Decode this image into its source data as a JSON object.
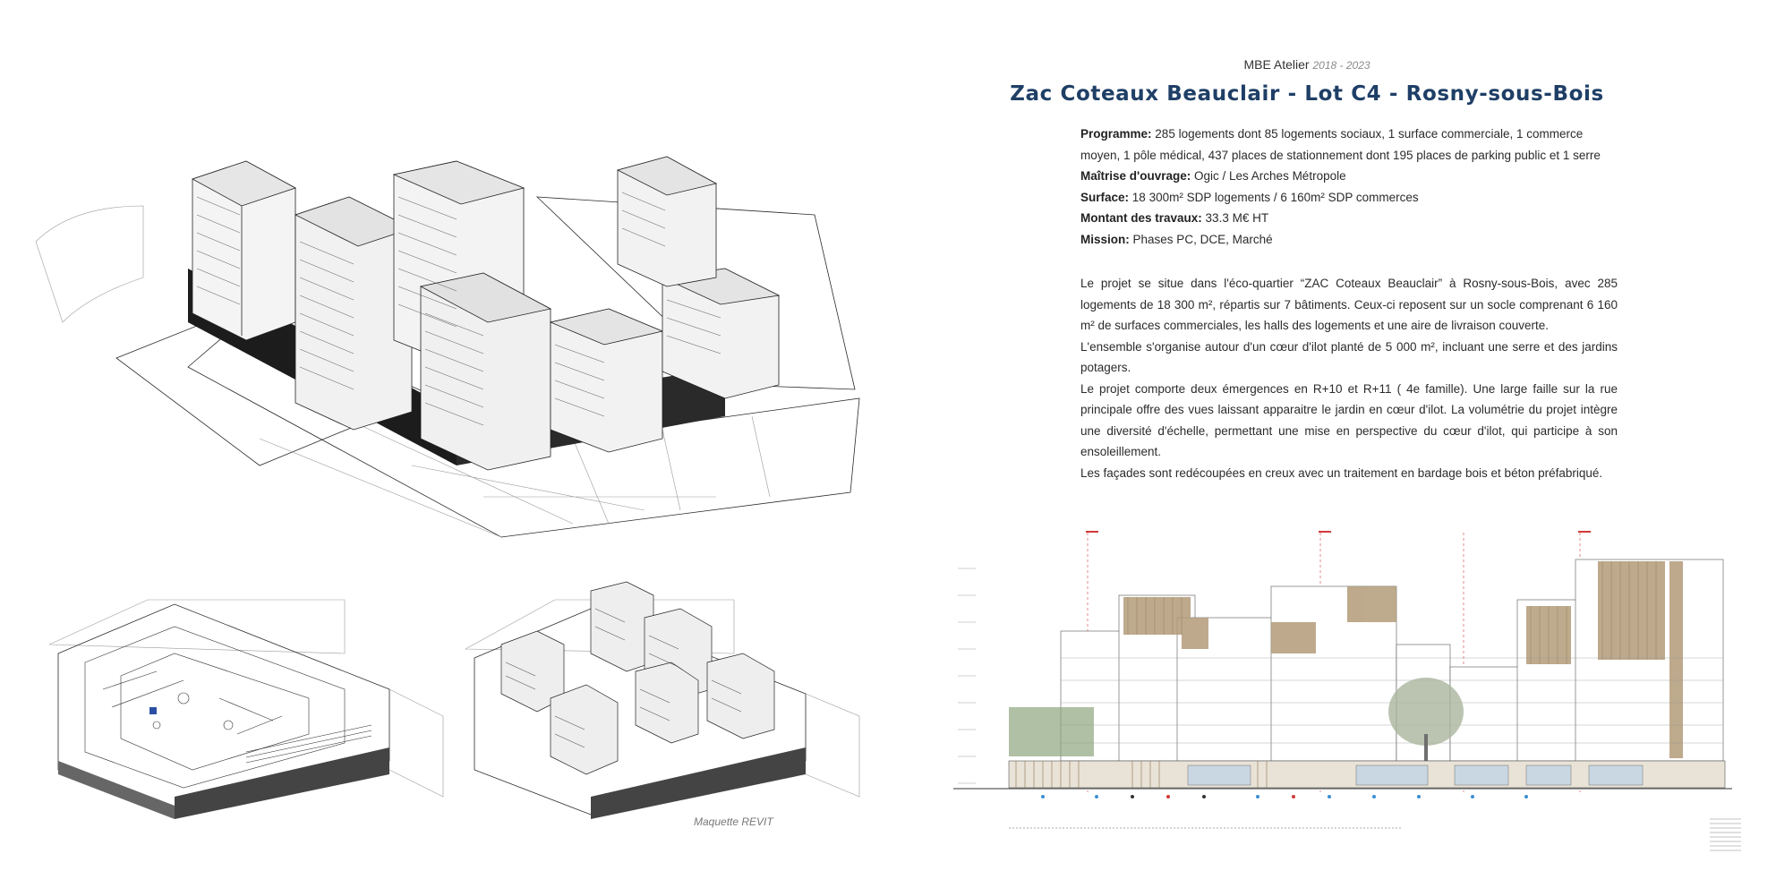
{
  "header": {
    "studio": "MBE Atelier",
    "years": "2018 - 2023",
    "title": "Zac Coteaux Beauclair - Lot C4 - Rosny-sous-Bois",
    "title_color": "#1f3f66"
  },
  "facts": [
    {
      "label": "Programme:",
      "value": "285 logements dont 85 logements sociaux, 1 surface commerciale, 1 commerce moyen, 1 pôle médical, 437 places de stationnement dont 195 places de parking public et 1 serre"
    },
    {
      "label": "Maîtrise d'ouvrage:",
      "value": "Ogic / Les Arches Métropole"
    },
    {
      "label": "Surface:",
      "value": "18 300m² SDP logements / 6 160m² SDP commerces"
    },
    {
      "label": "Montant des travaux:",
      "value": "33.3 M€ HT"
    },
    {
      "label": "Mission:",
      "value": "Phases PC, DCE, Marché"
    }
  ],
  "description": [
    "Le projet se situe dans l'éco-quartier “ZAC Coteaux Beauclair” à Rosny-sous-Bois, avec 285 logements de 18 300 m², répartis sur 7 bâtiments. Ceux-ci reposent sur un socle comprenant 6 160 m² de surfaces commerciales, les halls des logements et une aire de livraison couverte.",
    "L'ensemble s'organise autour d'un cœur d'ilot planté de 5 000 m², incluant une serre et des jardins potagers.",
    "Le projet comporte deux émergences en R+10 et R+11 ( 4e famille). Une large faille sur la rue principale offre des vues laissant apparaitre le jardin en cœur d'ilot. La volumétrie du projet intègre une diversité d'échelle, permettant une mise en perspective du cœur d'ilot, qui participe à son ensoleillement.",
    "Les façades sont redécoupées en creux avec un traitement en bardage bois et béton préfabriqué."
  ],
  "images": {
    "main_model": "axonometric-model",
    "base_model": "parking-level-model",
    "roof_model": "roof-level-model",
    "elevation": "street-elevation-drawing"
  },
  "caption": "Maquette REVIT",
  "colors": {
    "wood": "#b39b78",
    "tree": "#8fa57d",
    "line": "#2a2a2a"
  }
}
